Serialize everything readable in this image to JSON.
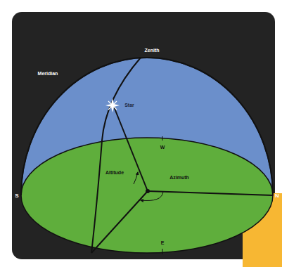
{
  "diagram": {
    "labels": [
      "Zenith",
      "Meridian",
      "Star",
      "W",
      "Altitude",
      "Azimuth",
      "S",
      "N",
      "E"
    ]
  }
}
